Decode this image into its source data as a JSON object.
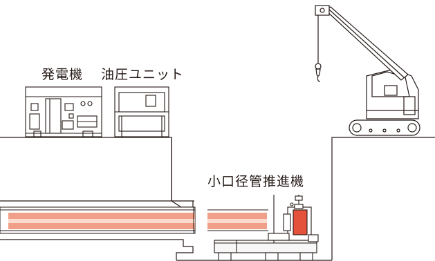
{
  "labels": {
    "generator": "発電機",
    "hydraulic_unit": "油圧ユニット",
    "pusher": "小口径管推進機"
  },
  "colors": {
    "line": "#231815",
    "pipe_fill": "#f0a088",
    "pipe_core": "#fcdcd0",
    "pipe_light": "#f8c8b8",
    "background": "#ffffff"
  },
  "icons": [
    "generator-icon",
    "hydraulic-unit-icon",
    "crane-icon",
    "pusher-machine-icon"
  ]
}
